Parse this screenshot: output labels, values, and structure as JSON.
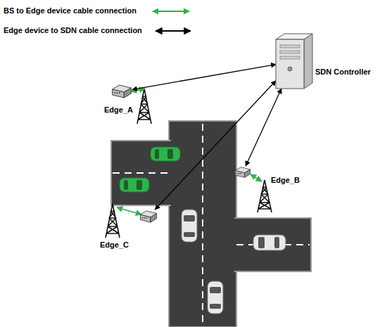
{
  "diagram": {
    "nodes": [
      {
        "text": [
          "SDN Controller"
        ]
      },
      {
        "text": [
          "Edge_A"
        ]
      },
      {
        "text": [
          "Edge_B"
        ]
      },
      {
        "text": [
          "Edge_C"
        ]
      }
    ],
    "edges": [
      {
        "from": 0,
        "to": 1,
        "arrow": "both"
      },
      {
        "from": 0,
        "to": 2,
        "arrow": "both"
      },
      {
        "from": 0,
        "to": 3,
        "arrow": "both"
      }
    ],
    "legend": [
      {
        "text": "BS to Edge device cable connection"
      },
      {
        "text": "Edge device to SDN cable connection"
      }
    ]
  }
}
